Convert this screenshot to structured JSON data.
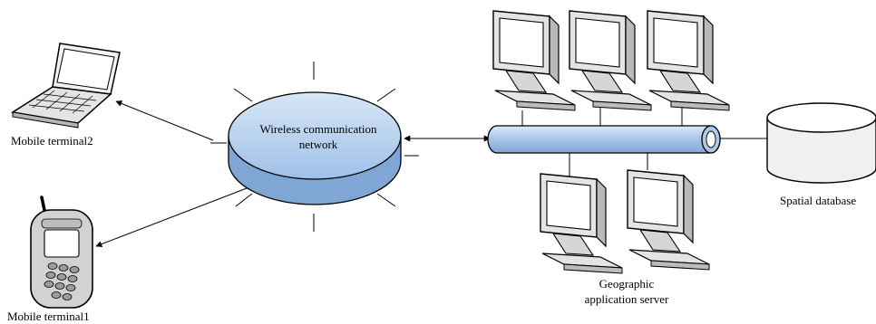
{
  "network": {
    "label_line1": "Wireless communication",
    "label_line2": "network"
  },
  "nodes": {
    "mobile_terminal_2": "Mobile terminal2",
    "mobile_terminal_1": "Mobile terminal1",
    "spatial_database": "Spatial database",
    "server_line1": "Geographic",
    "server_line2": "application server"
  },
  "colors": {
    "network_fill": "#b7d3f0",
    "bus_fill": "#a9c8ea",
    "device_fill": "#e4e4e4",
    "screen_fill": "#ffffff",
    "line": "#000000"
  }
}
